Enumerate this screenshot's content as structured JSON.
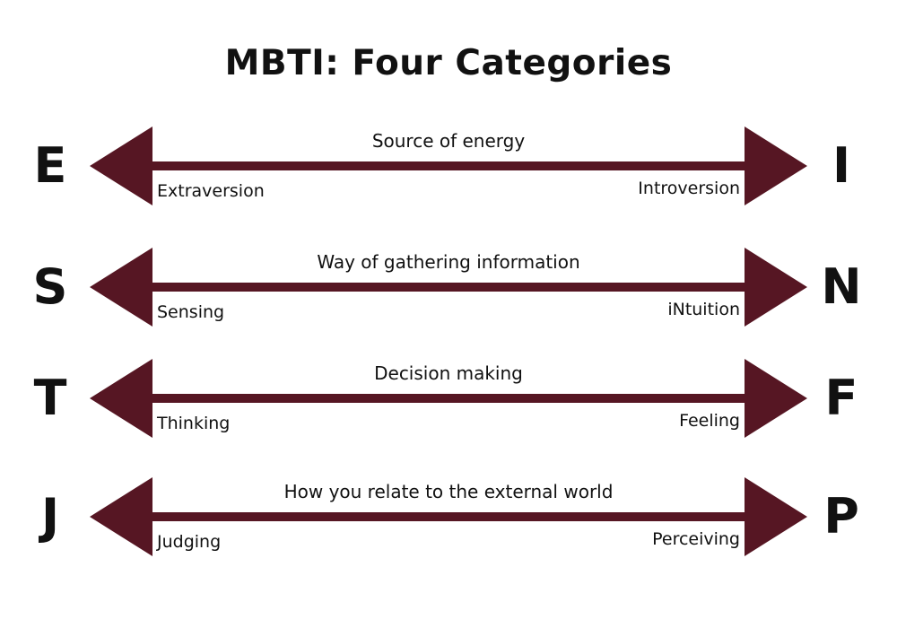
{
  "title": "MBTI: Four Categories",
  "arrow_color": "#561623",
  "dichotomies": [
    {
      "left_letter": "E",
      "right_letter": "I",
      "caption": "Source of energy",
      "left_label": "Extraversion",
      "right_label": "Introversion"
    },
    {
      "left_letter": "S",
      "right_letter": "N",
      "caption": "Way of gathering information",
      "left_label": "Sensing",
      "right_label": "iNtuition"
    },
    {
      "left_letter": "T",
      "right_letter": "F",
      "caption": "Decision making",
      "left_label": "Thinking",
      "right_label": "Feeling"
    },
    {
      "left_letter": "J",
      "right_letter": "P",
      "caption": "How you relate to the external world",
      "left_label": "Judging",
      "right_label": "Perceiving"
    }
  ]
}
